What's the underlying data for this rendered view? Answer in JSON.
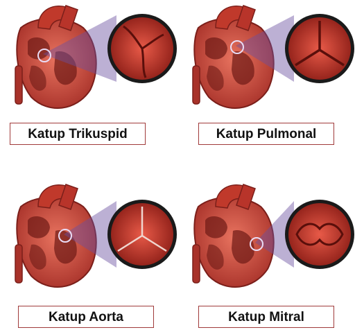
{
  "colors": {
    "label_border": "#a03a3a",
    "heart_red": "#c0392b",
    "heart_dark": "#7b1f1a",
    "heart_light": "#e8735f",
    "magnifier_purple": "#6b4fa0",
    "valve_red": "#d23a2c",
    "ring_black": "#1a1a1a"
  },
  "panels": [
    {
      "id": "tricuspid",
      "label": "Katup Trikuspid",
      "valve_shape": "trileaflet-curved",
      "icon": "heart-with-valve-magnifier"
    },
    {
      "id": "pulmonal",
      "label": "Katup Pulmonal",
      "valve_shape": "trileaflet-y",
      "icon": "heart-with-valve-magnifier"
    },
    {
      "id": "aorta",
      "label": "Katup Aorta",
      "valve_shape": "trileaflet-y",
      "icon": "heart-with-valve-magnifier"
    },
    {
      "id": "mitral",
      "label": "Katup Mitral",
      "valve_shape": "bileaflet",
      "icon": "heart-with-valve-magnifier"
    }
  ]
}
